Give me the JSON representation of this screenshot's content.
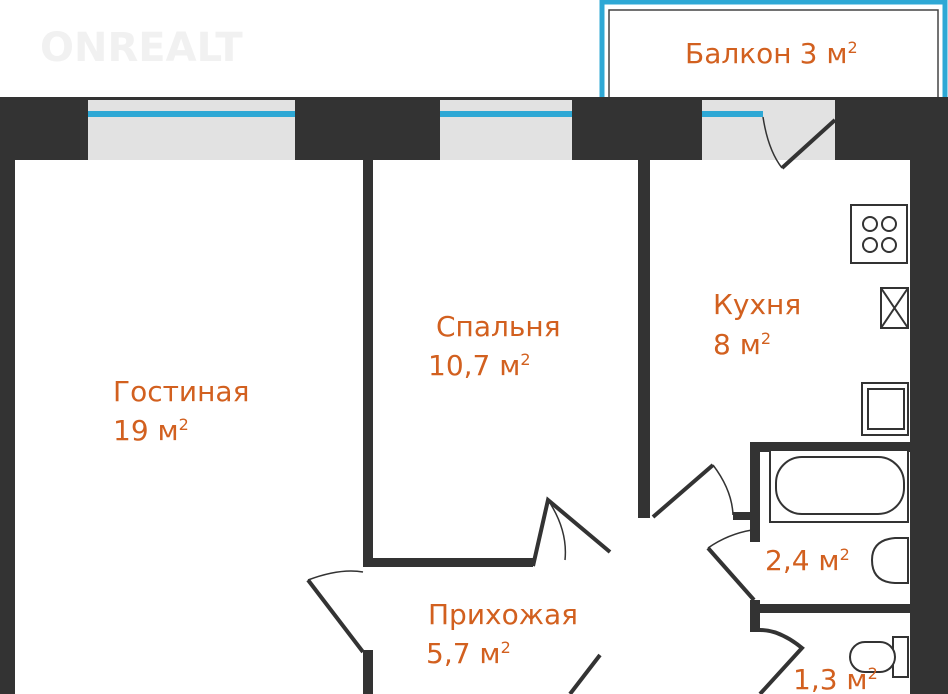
{
  "watermark": "ONREALT",
  "colors": {
    "wall": "#333333",
    "label": "#d2601f",
    "window": "#2ea8d5",
    "window_frame": "#e2e2e2"
  },
  "rooms": {
    "balcony": {
      "name": "Балкон",
      "area": "3 м",
      "sup": "2"
    },
    "living": {
      "name": "Гостиная",
      "area": "19 м",
      "sup": "2"
    },
    "bedroom": {
      "name": "Спальня",
      "area": "10,7 м",
      "sup": "2"
    },
    "kitchen": {
      "name": "Кухня",
      "area": "8 м",
      "sup": "2"
    },
    "hallway": {
      "name": "Прихожая",
      "area": "5,7 м",
      "sup": "2"
    },
    "bathroom": {
      "area": "2,4 м",
      "sup": "2"
    },
    "toilet": {
      "area": "1,3 м",
      "sup": "2"
    }
  }
}
